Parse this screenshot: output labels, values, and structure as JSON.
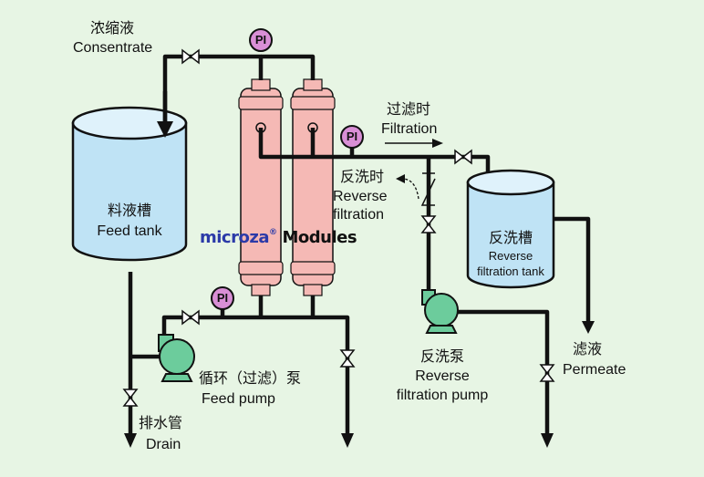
{
  "labels": {
    "concentrate_zh": "浓缩液",
    "concentrate_en": "Consentrate",
    "filtration_zh": "过滤时",
    "filtration_en": "Filtration",
    "reverse_zh": "反洗时",
    "reverse_en1": "Reverse",
    "reverse_en2": "filtration",
    "feed_tank_zh": "料液槽",
    "feed_tank_en": "Feed tank",
    "rf_tank_zh": "反洗槽",
    "rf_tank_en1": "Reverse",
    "rf_tank_en2": "filtration tank",
    "feed_pump_zh": "循环（过滤）泵",
    "feed_pump_en": "Feed pump",
    "rf_pump_zh": "反洗泵",
    "rf_pump_en1": "Reverse",
    "rf_pump_en2": "filtration pump",
    "drain_zh": "排水管",
    "drain_en": "Drain",
    "permeate_zh": "滤液",
    "permeate_en": "Permeate"
  },
  "brand": {
    "logo": "microza",
    "modules": "Modules"
  },
  "gauge_label": "PI",
  "colors": {
    "background": "#e7f5e4",
    "tank": "#bfe3f5",
    "module": "#f5b9b5",
    "pump": "#6ccc9c",
    "gauge": "#d98fd6"
  }
}
